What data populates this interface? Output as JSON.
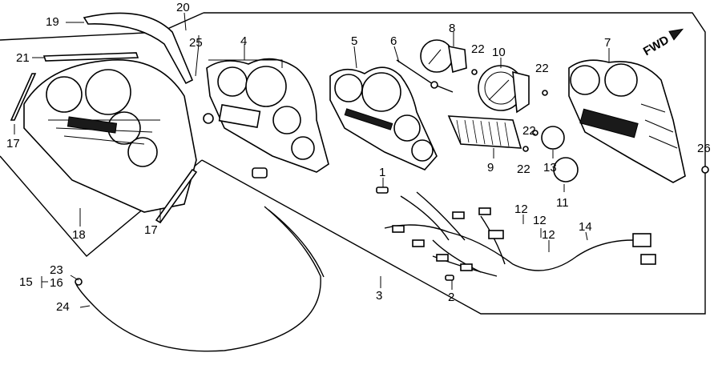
{
  "callouts": {
    "c1": "1",
    "c2": "2",
    "c3": "3",
    "c4": "4",
    "c5": "5",
    "c6": "6",
    "c7": "7",
    "c8": "8",
    "c9": "9",
    "c10": "10",
    "c11": "11",
    "c12a": "12",
    "c12b": "12",
    "c12c": "12",
    "c13": "13",
    "c14": "14",
    "c15": "15",
    "c16": "16",
    "c17a": "17",
    "c17b": "17",
    "c18": "18",
    "c19": "19",
    "c20": "20",
    "c21": "21",
    "c22a": "22",
    "c22b": "22",
    "c22c": "22",
    "c22d": "22",
    "c23": "23",
    "c24": "24",
    "c25": "25",
    "c26": "26"
  },
  "direction_marker": {
    "text": "FWD"
  }
}
